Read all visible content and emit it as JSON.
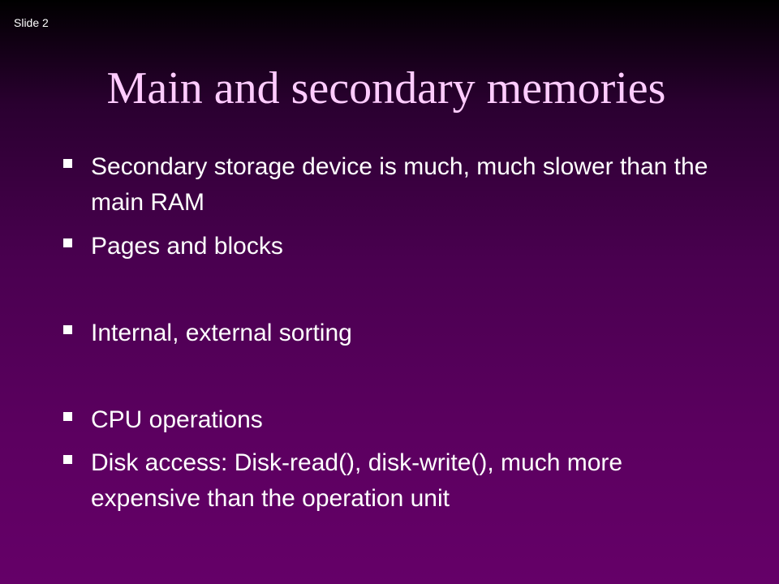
{
  "slide": {
    "number_label": "Slide 2",
    "title": "Main and secondary memories",
    "bullets": [
      "Secondary storage device is much, much slower than the main RAM",
      "Pages and blocks",
      "Internal, external sorting",
      "CPU operations",
      "Disk access: Disk-read(), disk-write(), much more expensive than the operation unit"
    ]
  },
  "colors": {
    "title": "#ffccff",
    "text": "#ffffff",
    "background_top": "#000000",
    "background_bottom": "#650068"
  }
}
